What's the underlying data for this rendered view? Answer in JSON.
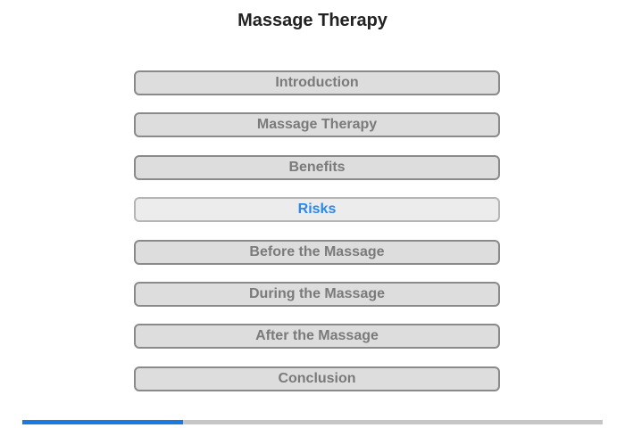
{
  "page": {
    "title": "Massage Therapy"
  },
  "menu": {
    "items": [
      {
        "label": "Introduction",
        "active": false
      },
      {
        "label": "Massage Therapy",
        "active": false
      },
      {
        "label": "Benefits",
        "active": false
      },
      {
        "label": "Risks",
        "active": true
      },
      {
        "label": "Before the Massage",
        "active": false
      },
      {
        "label": "During the Massage",
        "active": false
      },
      {
        "label": "After the Massage",
        "active": false
      },
      {
        "label": "Conclusion",
        "active": false
      }
    ]
  },
  "progress": {
    "fraction": 0.277
  },
  "colors": {
    "accent": "#2b88e8",
    "progress_fill": "#1a7ae0",
    "progress_track": "#c6c6c6",
    "button_bg": "#dddddd",
    "button_active_bg": "#ececec",
    "button_text": "#7a7a7a"
  }
}
